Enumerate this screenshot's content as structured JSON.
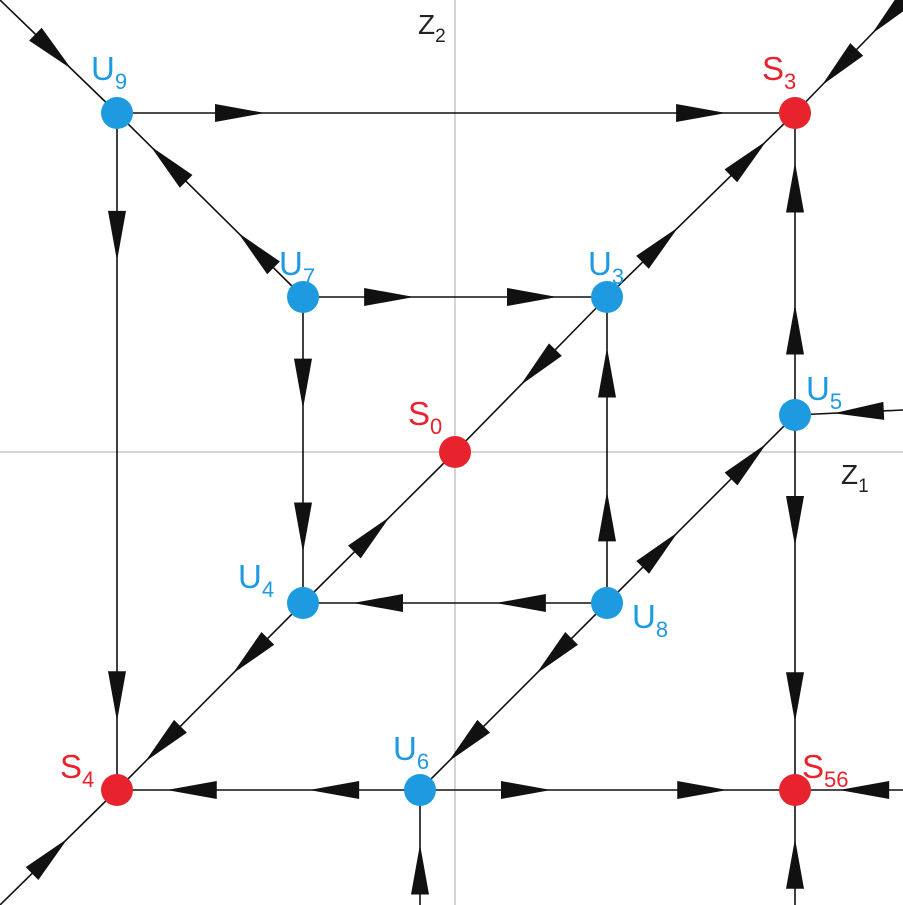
{
  "axes": {
    "horizontal": {
      "label": "Z",
      "sub": "1"
    },
    "vertical": {
      "label": "Z",
      "sub": "2"
    }
  },
  "colors": {
    "stable": "#e8232e",
    "unstable": "#1e9be0",
    "line": "#111111",
    "axis": "#aaaaaa"
  },
  "nodes": [
    {
      "id": "S0",
      "label": "S",
      "sub": "0",
      "kind": "stable"
    },
    {
      "id": "S3",
      "label": "S",
      "sub": "3",
      "kind": "stable"
    },
    {
      "id": "S4",
      "label": "S",
      "sub": "4",
      "kind": "stable"
    },
    {
      "id": "S56",
      "label": "S",
      "sub": "56",
      "kind": "stable"
    },
    {
      "id": "U3",
      "label": "U",
      "sub": "3",
      "kind": "unstable"
    },
    {
      "id": "U4",
      "label": "U",
      "sub": "4",
      "kind": "unstable"
    },
    {
      "id": "U5",
      "label": "U",
      "sub": "5",
      "kind": "unstable"
    },
    {
      "id": "U6",
      "label": "U",
      "sub": "6",
      "kind": "unstable"
    },
    {
      "id": "U7",
      "label": "U",
      "sub": "7",
      "kind": "unstable"
    },
    {
      "id": "U8",
      "label": "U",
      "sub": "8",
      "kind": "unstable"
    },
    {
      "id": "U9",
      "label": "U",
      "sub": "9",
      "kind": "unstable"
    }
  ],
  "edges": [
    {
      "from": "U9",
      "to": "S3"
    },
    {
      "from": "U9",
      "to": "S4"
    },
    {
      "from": "U9",
      "to": "U7",
      "reversed": true
    },
    {
      "from": "U7",
      "to": "U3"
    },
    {
      "from": "U7",
      "to": "U4"
    },
    {
      "from": "U3",
      "to": "S3"
    },
    {
      "from": "U3",
      "to": "S0"
    },
    {
      "from": "U8",
      "to": "U3"
    },
    {
      "from": "U8",
      "to": "U4"
    },
    {
      "from": "U8",
      "to": "U5"
    },
    {
      "from": "U8",
      "to": "U6"
    },
    {
      "from": "U4",
      "to": "S0"
    },
    {
      "from": "U4",
      "to": "S4"
    },
    {
      "from": "U5",
      "to": "S3"
    },
    {
      "from": "U5",
      "to": "S56"
    },
    {
      "from": "U6",
      "to": "S4"
    },
    {
      "from": "U6",
      "to": "S56"
    }
  ]
}
